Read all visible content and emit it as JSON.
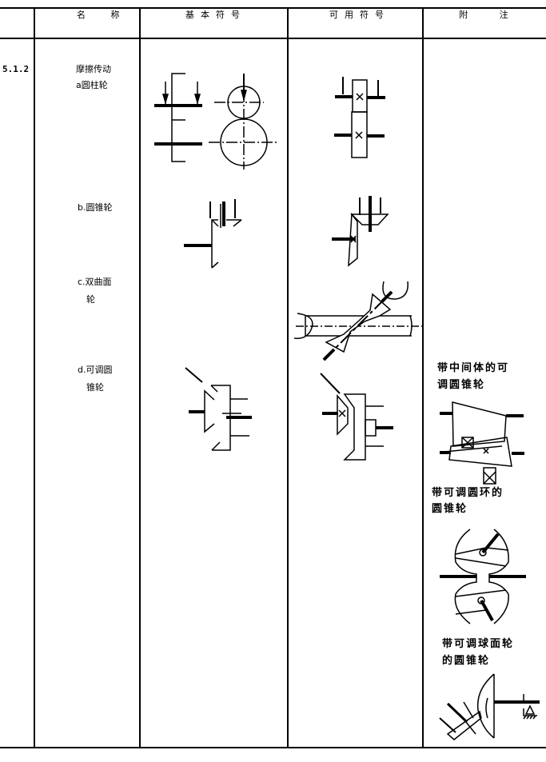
{
  "table": {
    "headers": {
      "name": "名 称",
      "basic_symbol": "基本符号",
      "alt_symbol": "可用符号",
      "notes": "附 注"
    },
    "section_number": "5.1.2",
    "section_title": "摩擦传动",
    "rows": [
      {
        "label_line1": "a圆柱轮",
        "label_line2": ""
      },
      {
        "label_line1": "b.圆锥轮",
        "label_line2": ""
      },
      {
        "label_line1": "c.双曲面",
        "label_line2": "轮"
      },
      {
        "label_line1": "d.可调圆",
        "label_line2": "锥轮"
      }
    ],
    "notes": [
      {
        "line1": "带中间体的可",
        "line2": "调圆锥轮"
      },
      {
        "line1": "带可调圆环的",
        "line2": "圆锥轮"
      },
      {
        "line1": "带可调球面轮",
        "line2": "的圆锥轮"
      }
    ]
  }
}
